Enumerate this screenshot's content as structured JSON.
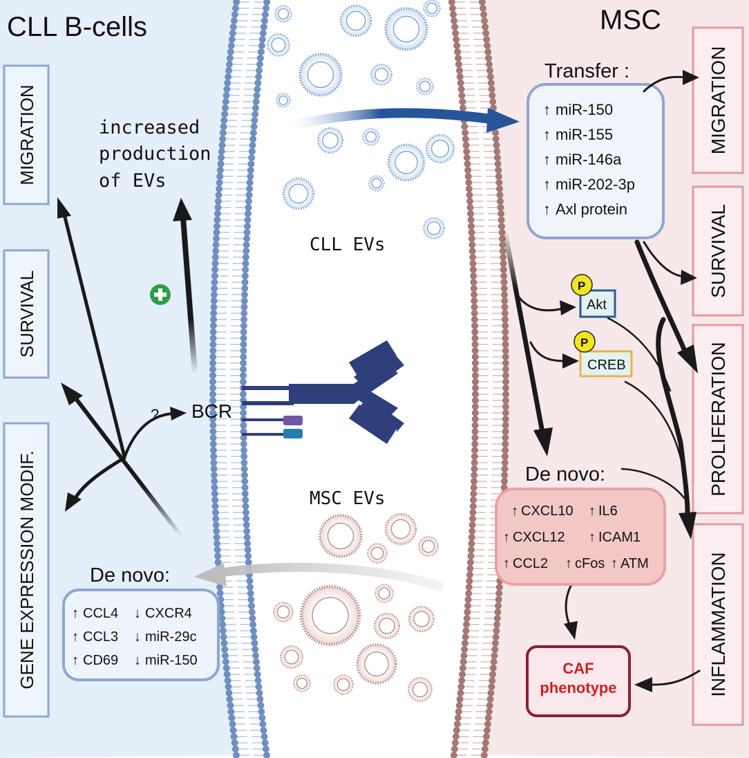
{
  "left_panel": {
    "title": "CLL B-cells",
    "outcomes": [
      "MIGRATION",
      "SURVIVAL",
      "GENE EXPRESSION MODIF."
    ],
    "ev_note": [
      "increased",
      "production",
      "of EVs"
    ],
    "plus_symbol": "+",
    "question_mark": "?",
    "bcr_label": "BCR",
    "de_novo_title": "De novo:",
    "de_novo_up": [
      "CCL4",
      "CCL3",
      "CD69"
    ],
    "de_novo_down": [
      "CXCR4",
      "miR-29c",
      "miR-150"
    ]
  },
  "middle": {
    "cll_evs_label": "CLL EVs",
    "msc_evs_label": "MSC EVs"
  },
  "right_panel": {
    "title": "MSC",
    "transfer_title": "Transfer :",
    "transfer_items": [
      "miR-150",
      "miR-155",
      "miR-146a",
      "miR-202-3p",
      "Axl protein"
    ],
    "outcomes": [
      "MIGRATION",
      "SURVIVAL",
      "PROLIFERATION",
      "INFLAMMATION"
    ],
    "akt_label": "Akt",
    "creb_label": "CREB",
    "phospho_label": "P",
    "de_novo_title": "De novo:",
    "de_novo_rows": [
      [
        "CXCL10",
        "IL6"
      ],
      [
        "CXCL12",
        "ICAM1"
      ],
      [
        "CCL2",
        "cFos",
        "ATM"
      ]
    ],
    "caf_line1": "CAF",
    "caf_line2": "phenotype"
  },
  "arrows": {
    "up": "↑",
    "down": "↓"
  },
  "colors": {
    "left_bg": "#e4effa",
    "right_bg": "#f7e8ea",
    "membrane_blue": "#6f8fc1",
    "membrane_brown": "#a47874",
    "antibody": "#2e3f7c",
    "blue_arrow": "#27559a",
    "caf_text": "#d01f1f",
    "caf_border": "#8c1e38",
    "plus_green": "#2e9d47",
    "p_yellow": "#f1e51c"
  }
}
